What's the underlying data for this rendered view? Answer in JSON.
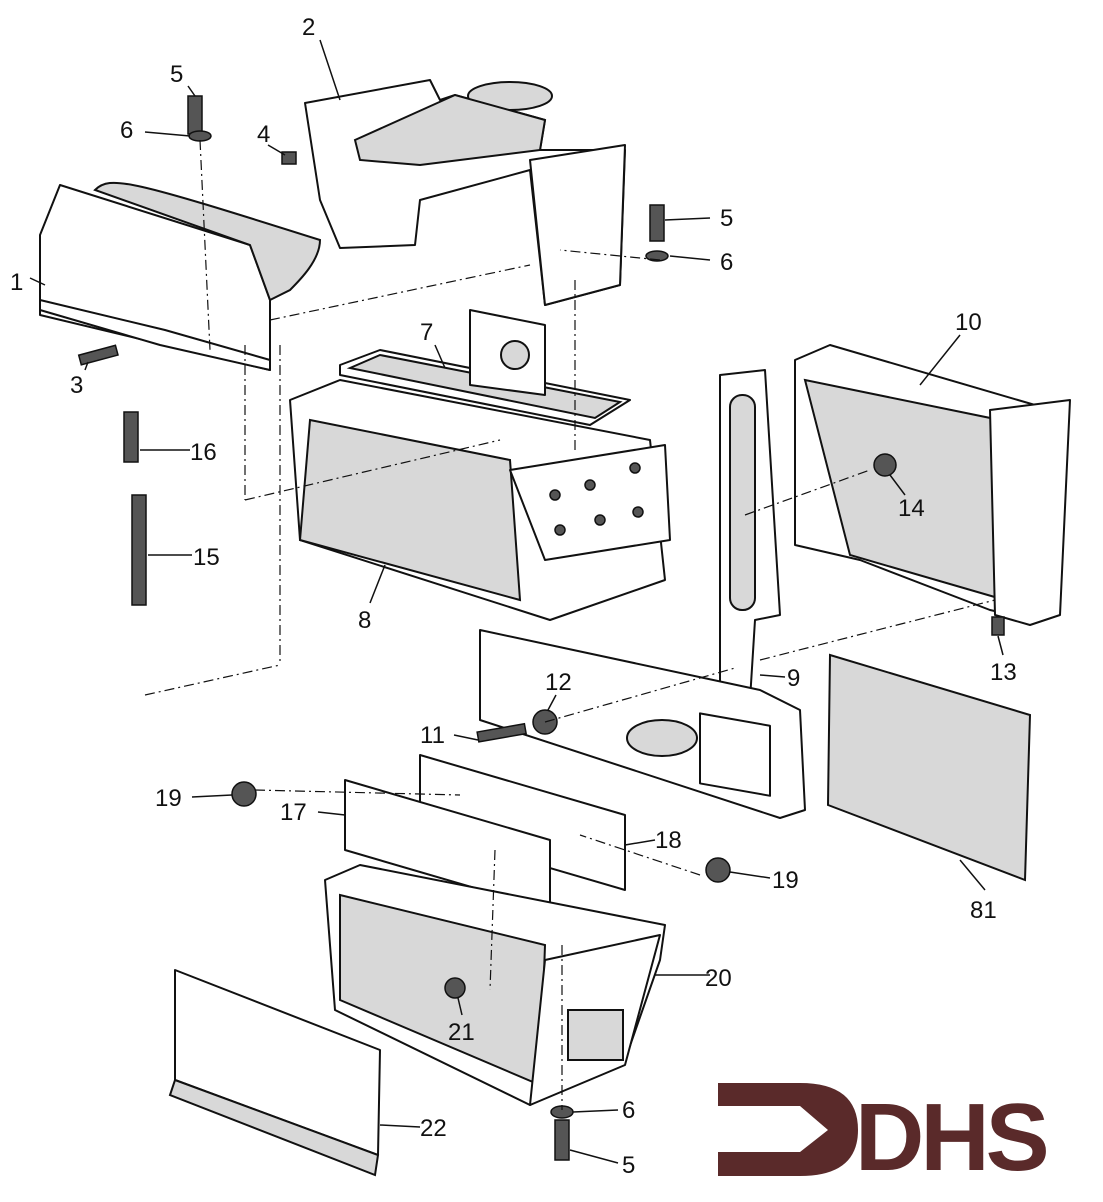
{
  "diagram": {
    "labels": {
      "l2": "2",
      "l5a": "5",
      "l6a": "6",
      "l4": "4",
      "l5b": "5",
      "l6b": "6",
      "l1": "1",
      "l7": "7",
      "l10": "10",
      "l3": "3",
      "l16": "16",
      "l14": "14",
      "l15": "15",
      "l8": "8",
      "l13": "13",
      "l9": "9",
      "l12": "12",
      "l11": "11",
      "l19a": "19",
      "l17": "17",
      "l18": "18",
      "l19b": "19",
      "l81": "81",
      "l20": "20",
      "l21": "21",
      "l22": "22",
      "l6c": "6",
      "l5c": "5"
    },
    "logo": {
      "text": "DHS",
      "color": "#5a2a2a"
    }
  }
}
